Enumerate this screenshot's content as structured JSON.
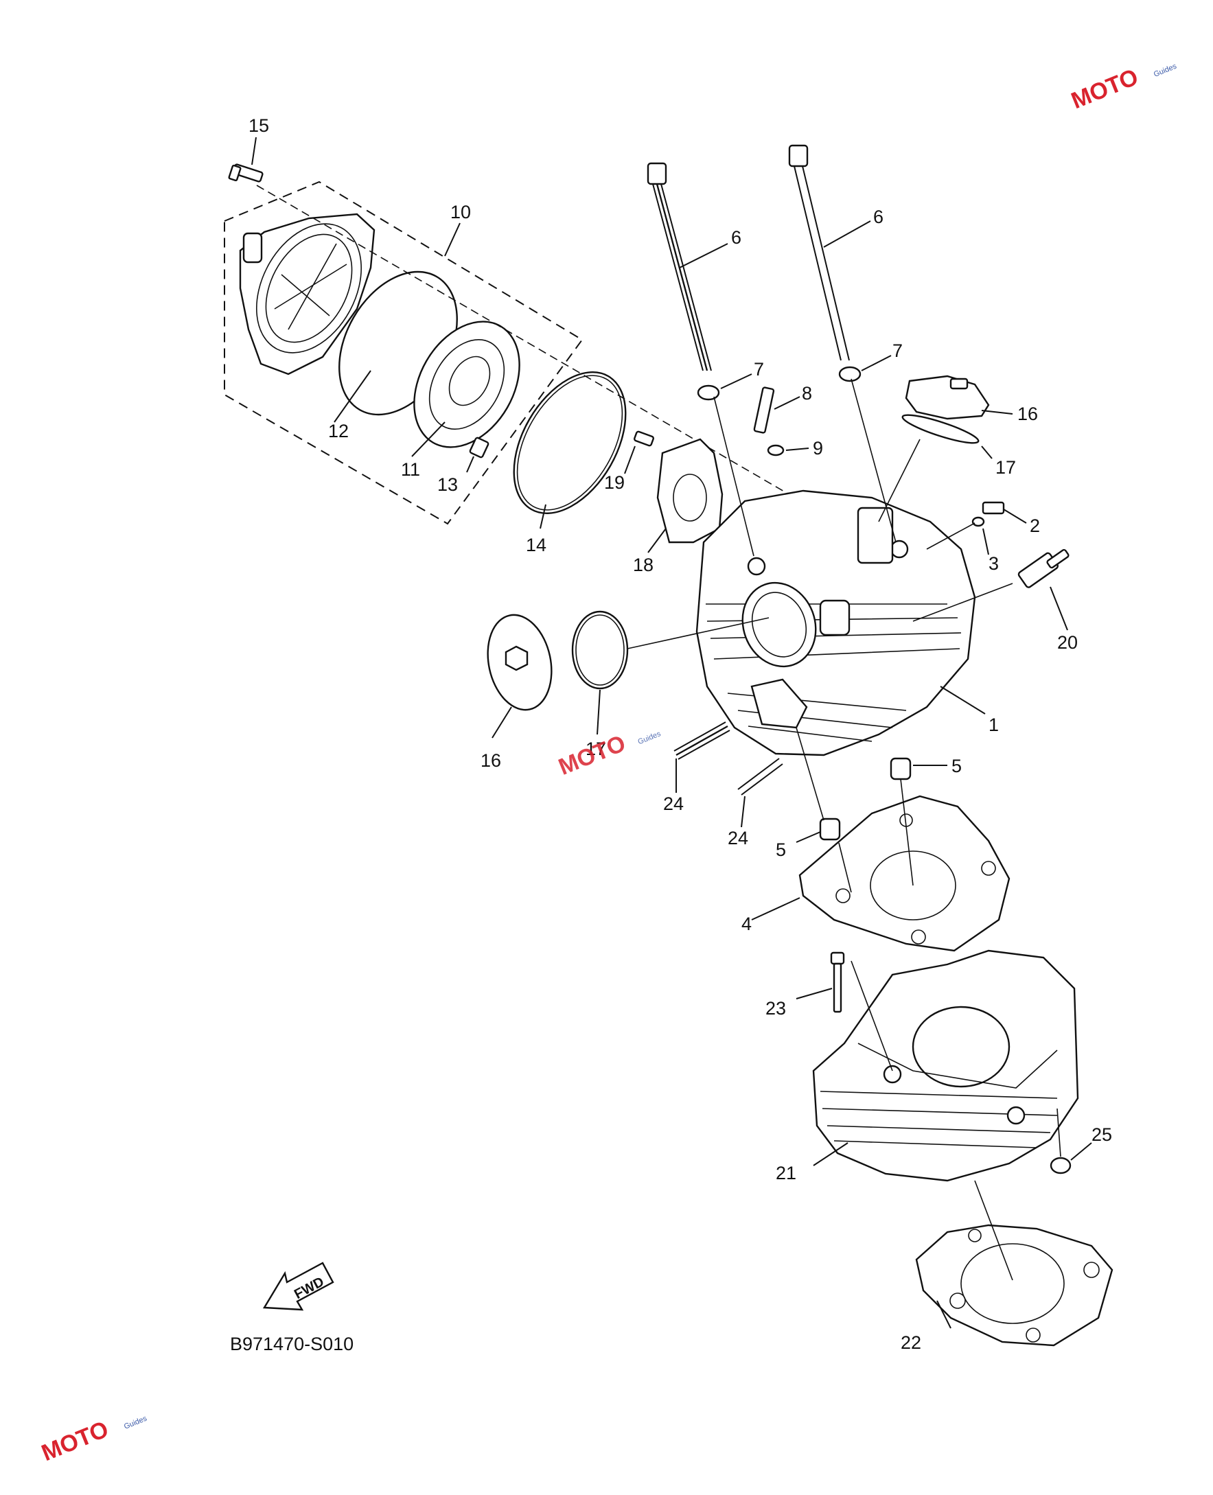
{
  "diagram_code": "B971470-S010",
  "fwd_arrow_text": "FWD",
  "watermark": {
    "text": "MOTO",
    "subtext": "Guides",
    "colors": {
      "red": "#d9232e",
      "blue": "#3b5aa8"
    }
  },
  "callouts": [
    {
      "id": "c1",
      "number": "1"
    },
    {
      "id": "c2",
      "number": "2"
    },
    {
      "id": "c3",
      "number": "3"
    },
    {
      "id": "c4",
      "number": "4"
    },
    {
      "id": "c5a",
      "number": "5"
    },
    {
      "id": "c5b",
      "number": "5"
    },
    {
      "id": "c6a",
      "number": "6"
    },
    {
      "id": "c6b",
      "number": "6"
    },
    {
      "id": "c7a",
      "number": "7"
    },
    {
      "id": "c7b",
      "number": "7"
    },
    {
      "id": "c8",
      "number": "8"
    },
    {
      "id": "c9",
      "number": "9"
    },
    {
      "id": "c10",
      "number": "10"
    },
    {
      "id": "c11",
      "number": "11"
    },
    {
      "id": "c12",
      "number": "12"
    },
    {
      "id": "c13",
      "number": "13"
    },
    {
      "id": "c14",
      "number": "14"
    },
    {
      "id": "c15",
      "number": "15"
    },
    {
      "id": "c16a",
      "number": "16"
    },
    {
      "id": "c16b",
      "number": "16"
    },
    {
      "id": "c17a",
      "number": "17"
    },
    {
      "id": "c17b",
      "number": "17"
    },
    {
      "id": "c18",
      "number": "18"
    },
    {
      "id": "c19",
      "number": "19"
    },
    {
      "id": "c20",
      "number": "20"
    },
    {
      "id": "c21",
      "number": "21"
    },
    {
      "id": "c22",
      "number": "22"
    },
    {
      "id": "c23",
      "number": "23"
    },
    {
      "id": "c24a",
      "number": "24"
    },
    {
      "id": "c24b",
      "number": "24"
    },
    {
      "id": "c25",
      "number": "25"
    }
  ]
}
